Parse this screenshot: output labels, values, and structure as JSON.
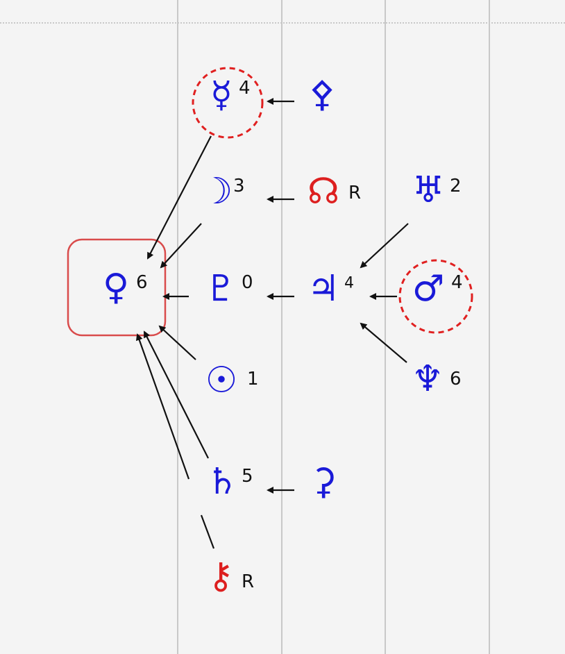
{
  "colors": {
    "planet_blue": "#1a1ad8",
    "retro_red": "#dd1f1f",
    "arrow": "#111111",
    "grid_line": "#c8c8c8",
    "focus_box": "#d94b4b",
    "dashed_circle": "#e02020"
  },
  "nodes": {
    "venus": {
      "symbol": "♀",
      "label": "6",
      "color": "#1a1ad8"
    },
    "mercury": {
      "symbol": "☿",
      "label": "4",
      "color": "#1a1ad8"
    },
    "moon": {
      "symbol": "☽",
      "label": "3",
      "color": "#1a1ad8"
    },
    "pluto": {
      "symbol": "♇",
      "label": "0",
      "color": "#1a1ad8"
    },
    "sun": {
      "symbol": "☉",
      "label": "1",
      "color": "#1a1ad8"
    },
    "saturn": {
      "symbol": "♄",
      "label": "5",
      "color": "#1a1ad8"
    },
    "chiron": {
      "symbol": "⚷",
      "label": "R",
      "color": "#dd1f1f"
    },
    "ceres": {
      "symbol": "⚳",
      "label": "",
      "color": "#1a1ad8"
    },
    "node": {
      "symbol": "☊",
      "label": "R",
      "color": "#dd1f1f"
    },
    "jupiter": {
      "symbol": "♃",
      "label": "4",
      "color": "#1a1ad8"
    },
    "pallas": {
      "symbol": "⚴",
      "label": "",
      "color": "#1a1ad8"
    },
    "uranus": {
      "symbol": "♅",
      "label": "2",
      "color": "#1a1ad8"
    },
    "mars": {
      "symbol": "♂",
      "label": "4",
      "color": "#1a1ad8"
    },
    "neptune": {
      "symbol": "♆",
      "label": "6",
      "color": "#1a1ad8"
    }
  }
}
